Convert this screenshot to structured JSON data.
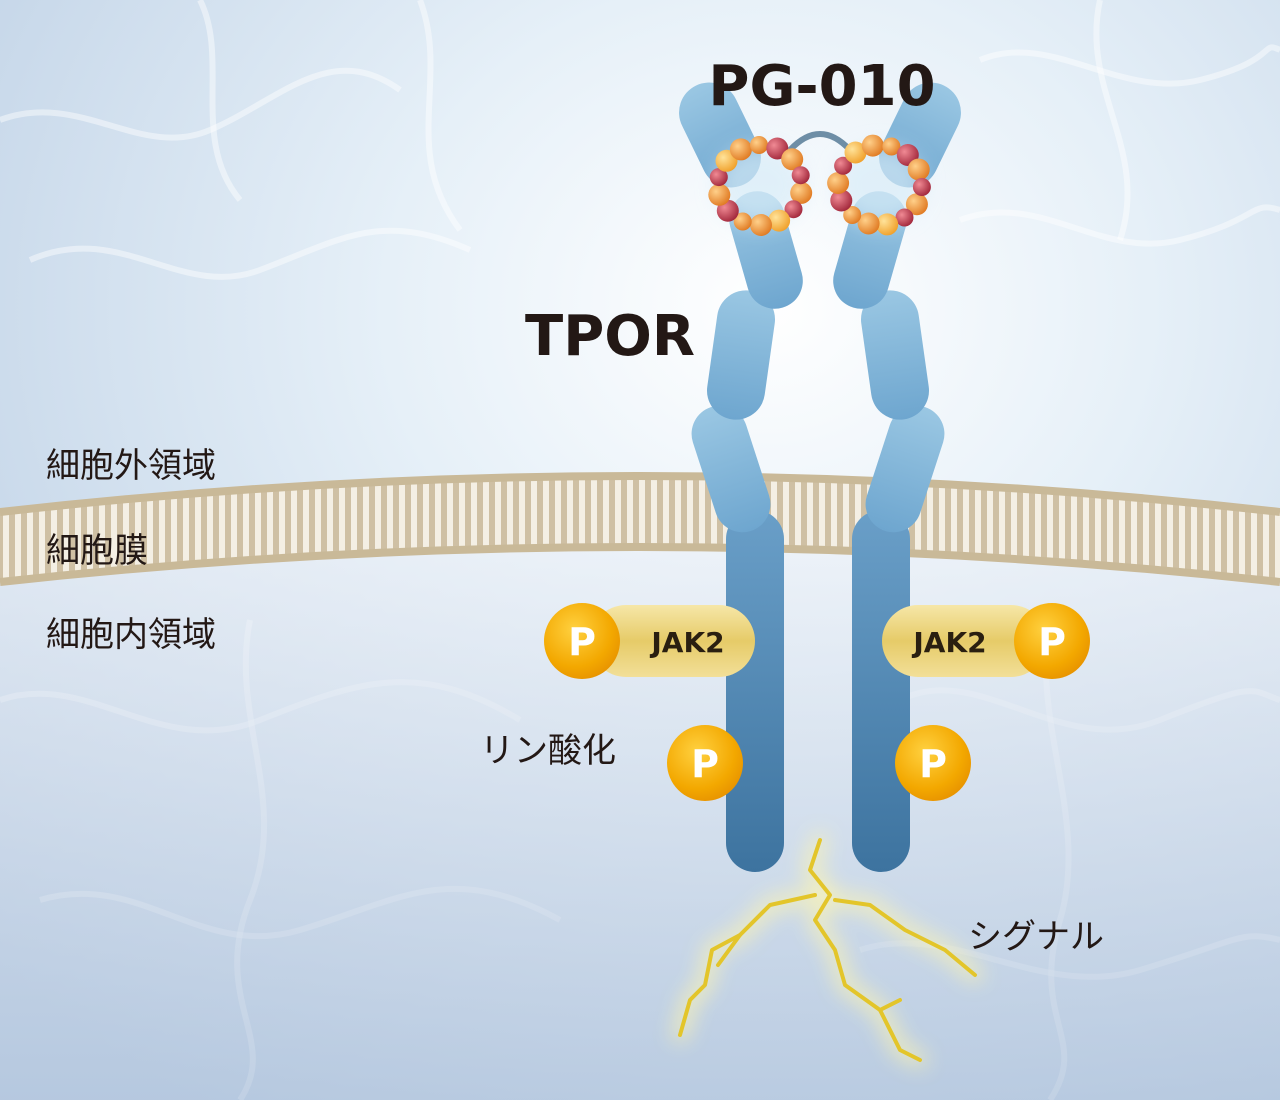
{
  "labels": {
    "drug": "PG-010",
    "receptor": "TPOR",
    "extracellular": "細胞外領域",
    "membrane": "細胞膜",
    "intracellular": "細胞内領域",
    "phosphorylation": "リン酸化",
    "signal": "シグナル"
  },
  "kinase": {
    "left": "JAK2",
    "right": "JAK2"
  },
  "phospho_marker": {
    "jak_left": "P",
    "jak_right": "P",
    "receptor_left": "P",
    "receptor_right": "P"
  },
  "colors": {
    "background_top": "#ffffff",
    "background_bottom": "#b9cde3",
    "receptor_light": "#8fbcdc",
    "receptor_dark": "#3f7aa6",
    "membrane": "#d8cbb2",
    "jak_gold": "#e9cf74",
    "phospho_orange": "#f0a500",
    "signal_yellow": "#e6c828",
    "bead_orange": "#ef9a45",
    "bead_red": "#b8374a"
  }
}
